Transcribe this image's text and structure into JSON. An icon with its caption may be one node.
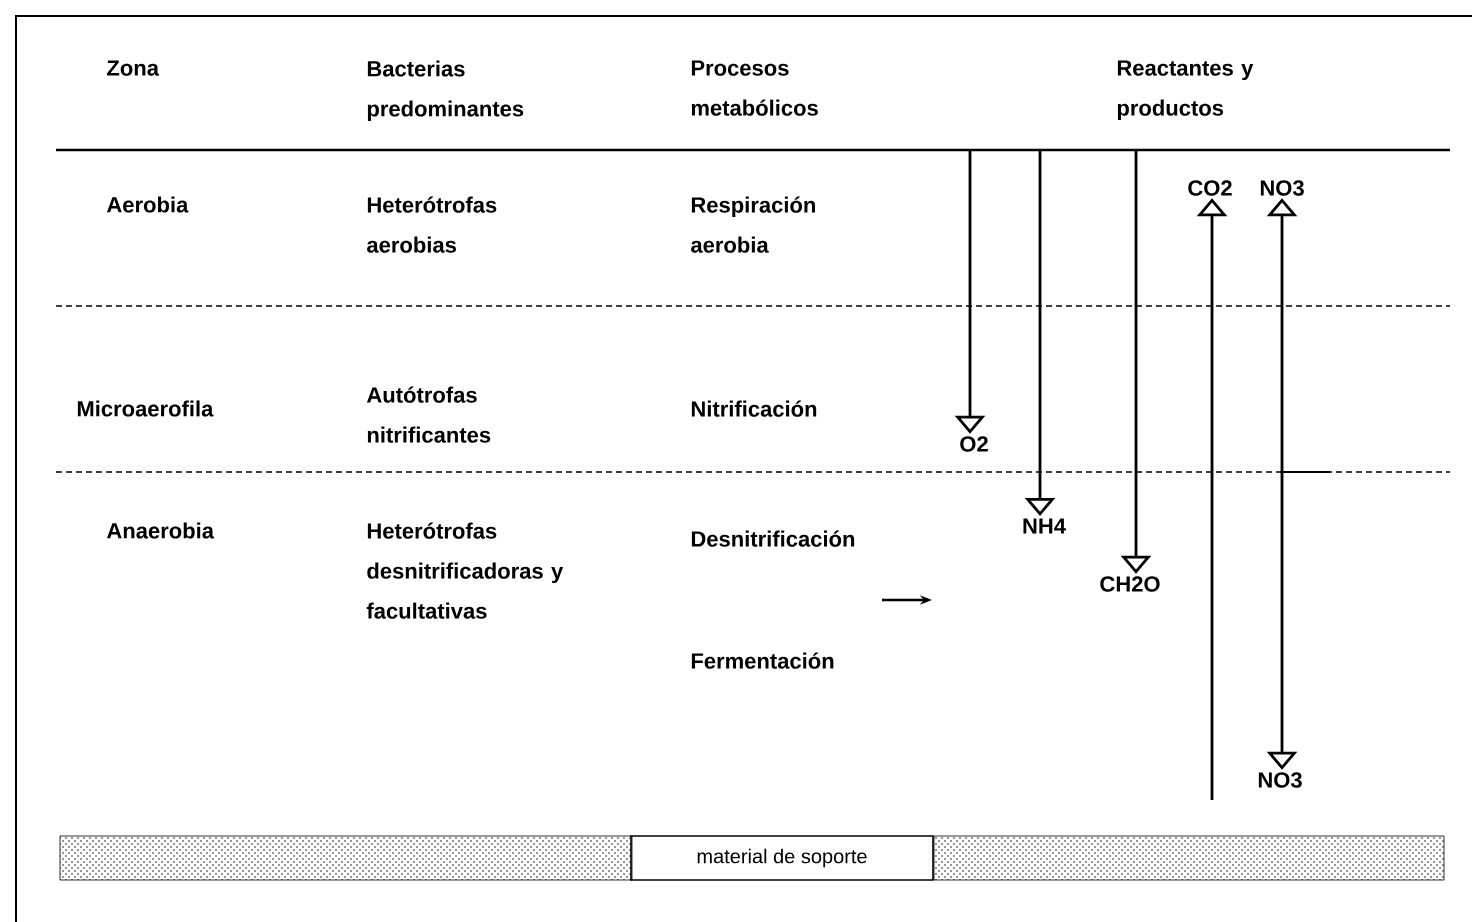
{
  "diagram": {
    "nodes": [
      {
        "text": [
          "CO2"
        ]
      },
      {
        "text": [
          "NO3"
        ]
      },
      {
        "text": [
          "O2"
        ]
      },
      {
        "text": [
          "NH4"
        ]
      },
      {
        "text": [
          "CH2O"
        ]
      },
      {
        "text": [
          "NO3"
        ]
      },
      {
        "text": [
          "material de soporte"
        ]
      }
    ],
    "edges": [
      {
        "from": null,
        "to": 2,
        "arrow": "to"
      },
      {
        "from": null,
        "to": 3,
        "arrow": "to"
      },
      {
        "from": null,
        "to": 4,
        "arrow": "to"
      },
      {
        "from": null,
        "to": 0,
        "arrow": "to"
      },
      {
        "from": 1,
        "to": 5,
        "arrow": "both"
      }
    ],
    "labels": [
      "Zona",
      "Bacterias predominantes",
      "Procesos metabólicos",
      "Reactantes y productos",
      "Aerobia",
      "Heterótrofas aerobias",
      "Respiración aerobia",
      "Microaerofila",
      "Autótrofas nitrificantes",
      "Nitrificación",
      "Anaerobia",
      "Heterótrofas desnitrificadoras y facultativas",
      "Desnitrificación",
      "Fermentación"
    ]
  }
}
